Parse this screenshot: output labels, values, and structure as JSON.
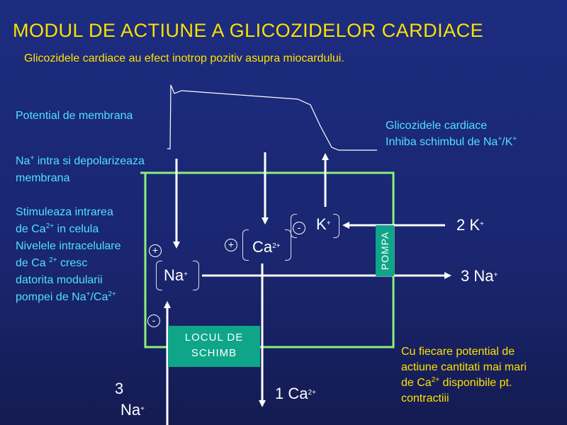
{
  "title": "MODUL DE ACTIUNE A GLICOZIDELOR CARDIACE",
  "subtitle": "Glicozidele cardiace au efect inotrop pozitiv  asupra miocardului.",
  "left": {
    "potential": "Potential de membrana",
    "na_intra_ion": "Na",
    "na_intra_sup": "+",
    "na_intra_rest": " intra si depolarizeaza",
    "na_intra_line2": "membrana",
    "stim_line1": "Stimuleaza intrarea",
    "stim_line2a": "de Ca",
    "stim_line2sup": "2+",
    "stim_line2b": "  in celula",
    "stim_line3": "Nivelele intracelulare",
    "stim_line4a": "de Ca ",
    "stim_line4sup": "2+",
    "stim_line4b": " cresc",
    "stim_line5": "datorita modularii",
    "stim_line6a": "pompei de Na",
    "stim_line6sup1": "+",
    "stim_line6b": "/Ca",
    "stim_line6sup2": "2+"
  },
  "right_top": {
    "line1": "Glicozidele cardiace",
    "line2a": "Inhiba schimbul de Na",
    "line2sup1": "+",
    "line2b": "/K",
    "line2sup2": "+"
  },
  "right_bottom": {
    "line1": "Cu fiecare potential de",
    "line2": "actiune cantitati mai mari",
    "line3a": "de  Ca",
    "line3sup": "2+",
    "line3b": "  disponibile pt.",
    "line4": "contractiii"
  },
  "ions": {
    "k_inside": "K",
    "k_inside_sup": "+",
    "ca_inside": "Ca",
    "ca_inside_sup": "2+",
    "na_inside": "Na",
    "na_inside_sup": "+",
    "k_outside": "2 K",
    "k_outside_sup": "+",
    "na_outside": "3 Na",
    "na_outside_sup": "+",
    "ca_outside": "1 Ca",
    "ca_outside_sup": "2+",
    "na_bottom_num": "3",
    "na_bottom": "Na",
    "na_bottom_sup": "+"
  },
  "signs": {
    "plus": "+",
    "minus": "-"
  },
  "boxes": {
    "pompa": "POMPA",
    "locul_line1": "LOCUL DE",
    "locul_line2": "SCHIMB"
  },
  "colors": {
    "title": "#ffe100",
    "cyan_text": "#4fe0ff",
    "cell_outline": "#8cf07a",
    "green_box": "#0fa589"
  }
}
